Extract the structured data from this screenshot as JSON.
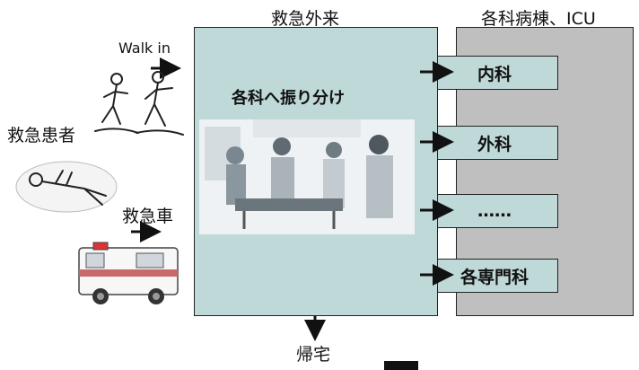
{
  "labels": {
    "er_title": "救急外来",
    "ward_title": "各科病棟、ICU",
    "walk_in": "Walk in",
    "patient": "救急患者",
    "ambulance": "救急車",
    "triage": "各科へ振り分け",
    "home": "帰宅"
  },
  "departments": [
    {
      "label": "内科"
    },
    {
      "label": "外科"
    },
    {
      "label": "……"
    },
    {
      "label": "各専門科"
    }
  ],
  "colors": {
    "er_fill": "#bfd9d8",
    "ward_fill": "#bfbfbf",
    "outline": "#222222"
  },
  "icons": {
    "walkers": "running-people-clipart",
    "patient": "lying-patient-clipart",
    "ambulance": "ambulance-clipart",
    "medical_staff": "medical-team-photo"
  }
}
